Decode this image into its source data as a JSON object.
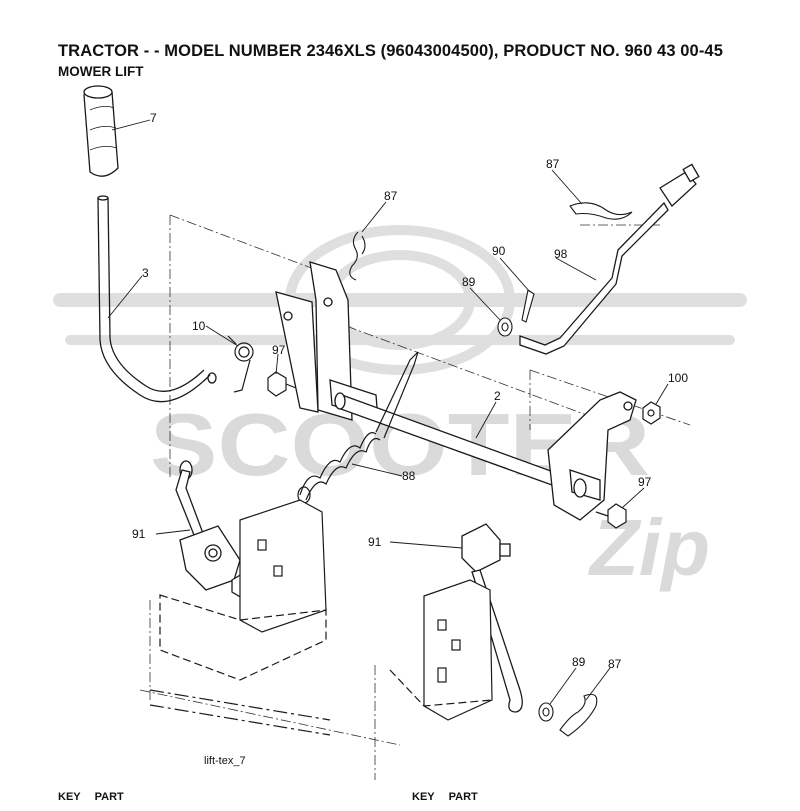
{
  "header": {
    "title": "TRACTOR - - MODEL NUMBER 2346XLS (96043004500), PRODUCT NO. 960 43 00-45",
    "subtitle": "MOWER LIFT"
  },
  "diagram": {
    "file_label": "lift-tex_7",
    "callouts": [
      "7",
      "3",
      "10",
      "97",
      "87",
      "90",
      "89",
      "98",
      "2",
      "88",
      "100",
      "97",
      "91",
      "91",
      "89",
      "87"
    ]
  },
  "watermark": {
    "brand_text": "SCOOTER",
    "script_text": "Zip"
  },
  "footer": {
    "left": {
      "key": "KEY",
      "part": "PART"
    },
    "right": {
      "key": "KEY",
      "part": "PART"
    }
  },
  "colors": {
    "line": "#1a1a1a",
    "watermark": "#d6d6d6"
  }
}
